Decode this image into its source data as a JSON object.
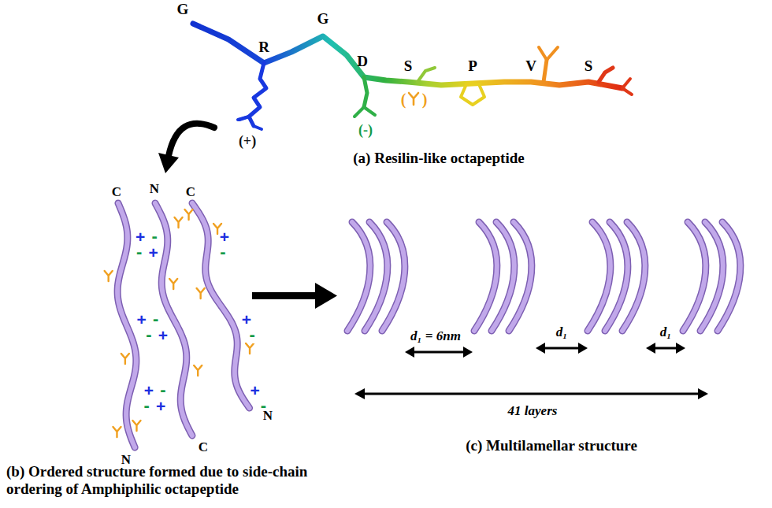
{
  "diagram": {
    "labels": [
      "G",
      "R",
      "G",
      "D",
      "S",
      "P",
      "V",
      "S",
      "(+)",
      "(-)",
      "(",
      ")",
      "(a) Resilin-like octapeptide",
      "C",
      "N",
      "C",
      "+",
      "-",
      "-",
      "+",
      "+",
      "-",
      "+",
      "-",
      "-",
      "+",
      "+",
      "-",
      "+",
      "-",
      "-",
      "+",
      "+",
      "-",
      "N",
      "C",
      "N",
      "(b) Ordered structure formed due to side-chain ordering of Amphiphilic octapeptide",
      "d₁ = 6nm",
      "d₁",
      "d₁",
      "41 layers",
      "(c) Multilamellar structure"
    ]
  }
}
